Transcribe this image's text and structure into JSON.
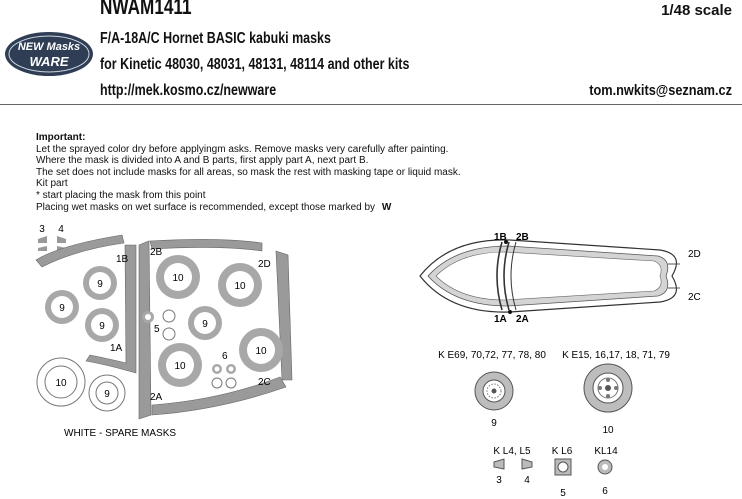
{
  "header": {
    "code": "NWAM1411",
    "scale": "1/48 scale",
    "title": "F/A-18A/C Hornet BASIC kabuki masks",
    "subtitle": "for Kinetic 48030, 48031, 48131, 48114 and other kits",
    "url": "http://mek.kosmo.cz/newware",
    "email": "tom.nwkits@seznam.cz",
    "logo": {
      "line1": "NEW Masks",
      "line2": "WARE"
    }
  },
  "instructions": {
    "heading": "Important:",
    "lines": [
      "Let the sprayed color dry before applyingm asks. Remove masks very carefully after painting.",
      "Where the mask is divided into A and B parts, first apply part A, next part B.",
      "The set does not include masks for all areas, so mask the rest with masking tape or liquid mask.",
      "Kit part",
      "* start placing the mask from this point",
      "Placing wet masks on wet surface is recommended, except those marked by"
    ],
    "wet_marker": "W"
  },
  "sheet": {
    "labels": {
      "p3": "3",
      "p4": "4",
      "p1B": "1B",
      "p2B": "2B",
      "p2D": "2D",
      "p5": "5",
      "p1A": "1A",
      "p6": "6",
      "p2A": "2A",
      "p2C": "2C",
      "w10": "10",
      "w9": "9"
    },
    "circles": {
      "c9a": "9",
      "c9b": "9",
      "c9c": "9",
      "c10a": "10",
      "c10b": "10",
      "c9d": "9",
      "c10c": "10",
      "c10d": "10"
    },
    "spare_caption": "WHITE - SPARE MASKS"
  },
  "canopy": {
    "labels": {
      "l1B": "1B",
      "l2B": "2B",
      "l2D": "2D",
      "l2C": "2C",
      "l1A": "1A",
      "l2A": "2A"
    }
  },
  "wheels": {
    "left_caption": "K E69, 70,72, 77, 78, 80",
    "right_caption": "K E15, 16,17, 18, 71, 79",
    "left_number": "9",
    "right_number": "10"
  },
  "small_parts": {
    "kl45": "K L4, L5",
    "kl6": "K L6",
    "kl14": "KL14",
    "n3": "3",
    "n4": "4",
    "n5": "5",
    "n6": "6"
  }
}
